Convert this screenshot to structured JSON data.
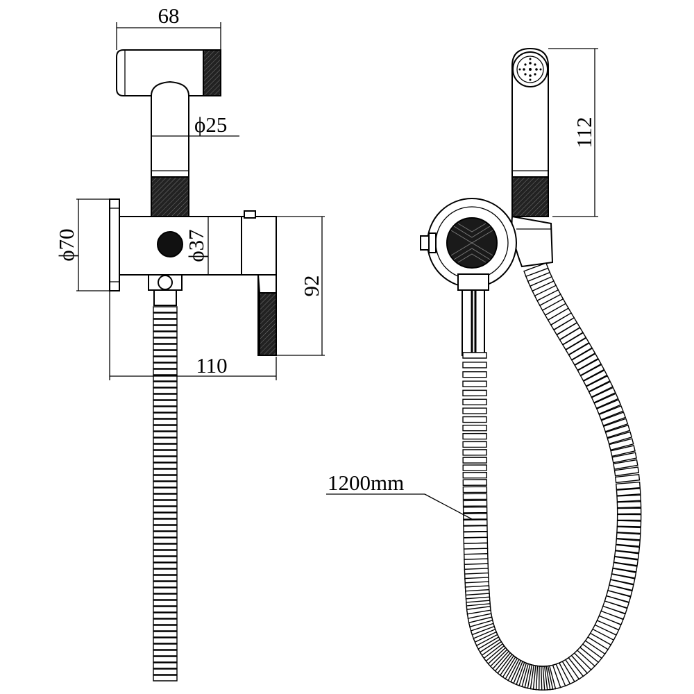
{
  "dimensions": {
    "top_width": "68",
    "stem_diameter": "ϕ25",
    "flange_diameter": "ϕ70",
    "valve_diameter": "ϕ37",
    "valve_height": "92",
    "total_depth": "110",
    "spray_height": "112",
    "hose_length": "1200mm"
  },
  "colors": {
    "line": "#000000",
    "knurl": "#1a1a1a",
    "background": "#ffffff"
  }
}
